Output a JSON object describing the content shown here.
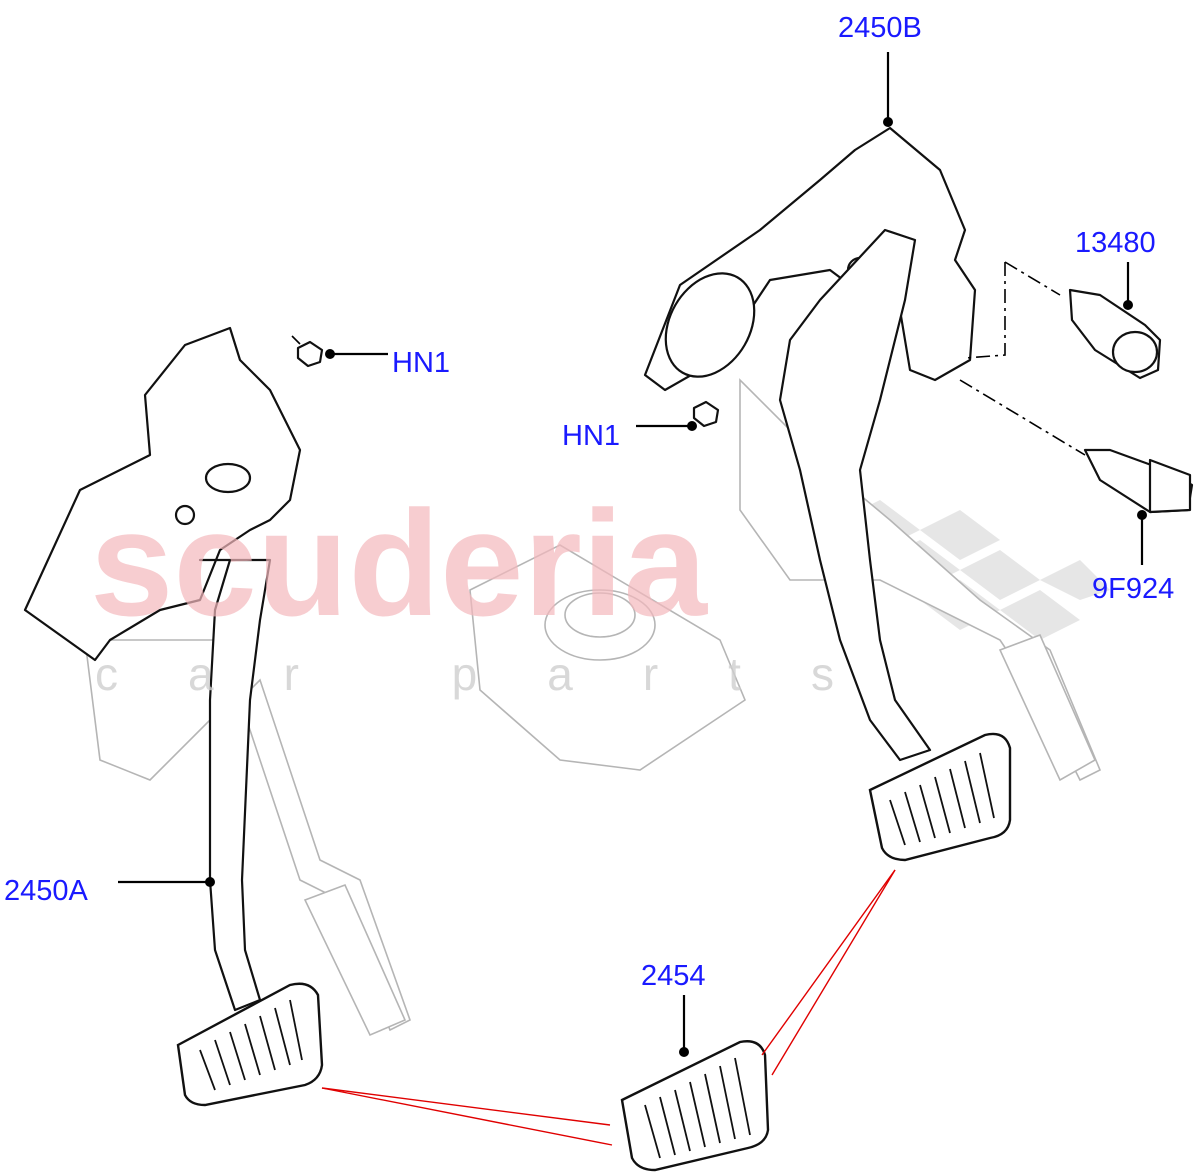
{
  "diagram": {
    "labels": {
      "brake_pedal_right": "2450B",
      "switch_top": "13480",
      "nut_left": "HN1",
      "nut_right": "HN1",
      "switch_bottom": "9F924",
      "brake_pedal_left": "2450A",
      "pedal_pad": "2454"
    },
    "watermark": {
      "main": "scuderia",
      "sub": "car parts"
    },
    "colors": {
      "label": "#1a1aff",
      "leader": "#000000",
      "callout_red": "#e00000",
      "watermark": "#f4b8bd"
    }
  }
}
